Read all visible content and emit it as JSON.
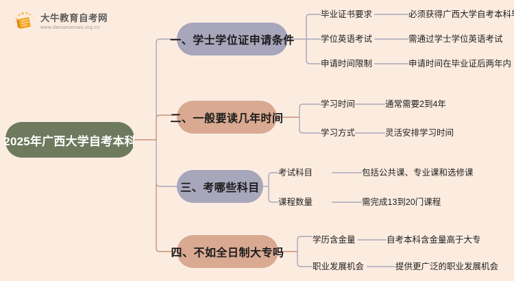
{
  "logo": {
    "icon": "book-icon",
    "title": "大牛教育自考网",
    "url": "www.daniuxuexiao.org.cn"
  },
  "colors": {
    "background": "#fcece0",
    "root_node": "#6e7a5e",
    "branch_purple": "#a8a6bb",
    "branch_tan": "#d9a991",
    "wire_purple": "#a8a6bb",
    "wire_tan": "#c98f72",
    "logo_orange": "#f5a623"
  },
  "mindmap": {
    "root": {
      "label": "2025年广西大学自考本科"
    },
    "branches": [
      {
        "label": "一、学士学位证申请条件",
        "color": "purple",
        "leaves": [
          {
            "label": "毕业证书要求",
            "value": "必须获得广西大学自考本科毕业证"
          },
          {
            "label": "学位英语考试",
            "value": "需通过学士学位英语考试"
          },
          {
            "label": "申请时间限制",
            "value": "申请时间在毕业证后两年内"
          }
        ]
      },
      {
        "label": "二、一般要读几年时间",
        "color": "tan",
        "leaves": [
          {
            "label": "学习时间",
            "value": "通常需要2到4年"
          },
          {
            "label": "学习方式",
            "value": "灵活安排学习时间"
          }
        ]
      },
      {
        "label": "三、考哪些科目",
        "color": "purple",
        "leaves": [
          {
            "label": "考试科目",
            "value": "包括公共课、专业课和选修课"
          },
          {
            "label": "课程数量",
            "value": "需完成13到20门课程"
          }
        ]
      },
      {
        "label": "四、不如全日制大专吗",
        "color": "tan",
        "leaves": [
          {
            "label": "学历含金量",
            "value": "自考本科含金量高于大专"
          },
          {
            "label": "职业发展机会",
            "value": "提供更广泛的职业发展机会"
          }
        ]
      }
    ]
  }
}
